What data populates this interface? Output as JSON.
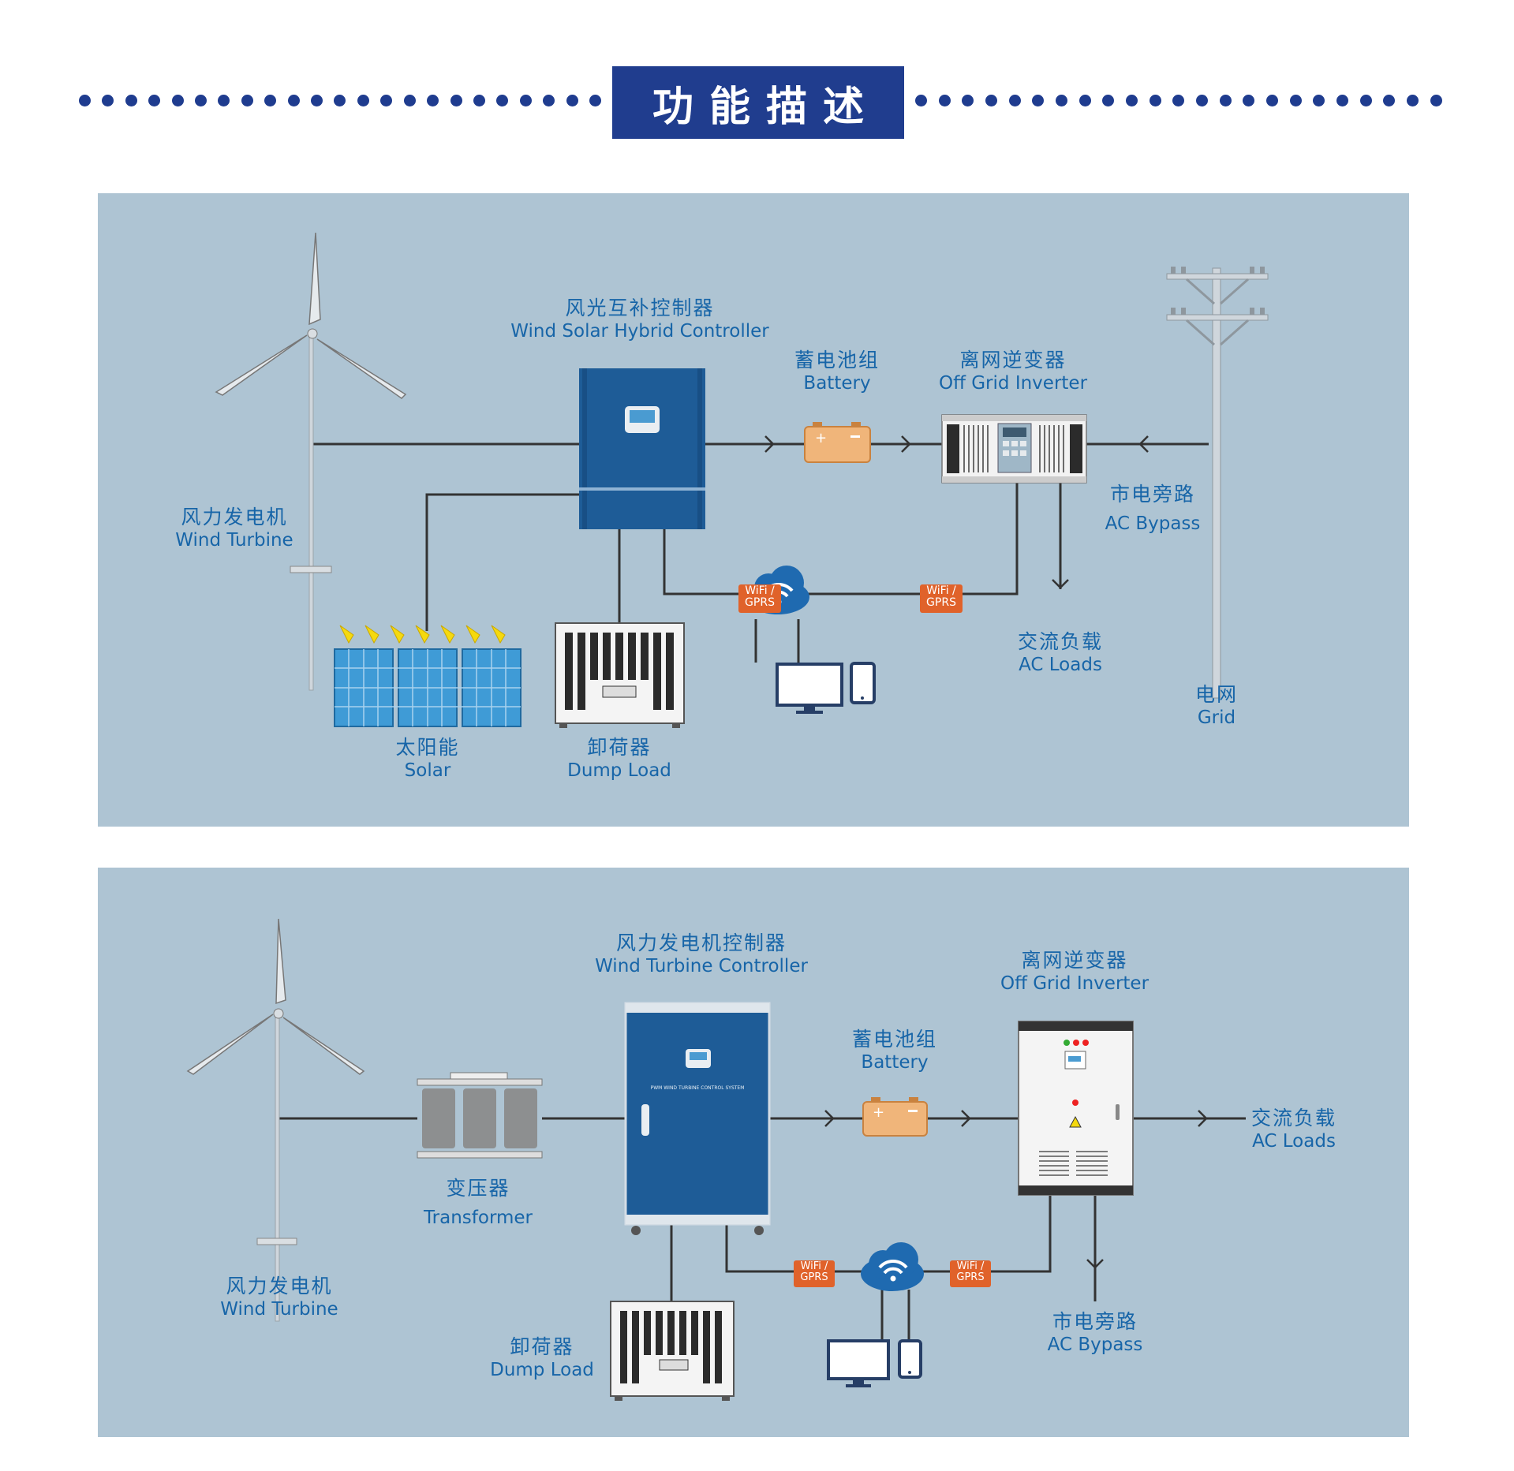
{
  "header": {
    "title": "功能描述"
  },
  "diagram1": {
    "controller": {
      "cn": "风光互补控制器",
      "en": "Wind Solar Hybrid Controller"
    },
    "battery": {
      "cn": "蓄电池组",
      "en": "Battery"
    },
    "inverter": {
      "cn": "离网逆变器",
      "en": "Off Grid Inverter"
    },
    "ac_bypass": {
      "cn": "市电旁路",
      "en": "AC Bypass"
    },
    "wind_turbine": {
      "cn": "风力发电机",
      "en": "Wind Turbine"
    },
    "ac_loads": {
      "cn": "交流负载",
      "en": "AC Loads"
    },
    "grid": {
      "cn": "电网",
      "en": "Grid"
    },
    "solar": {
      "cn": "太阳能",
      "en": "Solar"
    },
    "dump_load": {
      "cn": "卸荷器",
      "en": "Dump Load"
    },
    "wifi_tag_1": "WiFi /",
    "wifi_tag_2": "GPRS"
  },
  "diagram2": {
    "controller": {
      "cn": "风力发电机控制器",
      "en": "Wind Turbine Controller"
    },
    "inverter": {
      "cn": "离网逆变器",
      "en": "Off Grid Inverter"
    },
    "battery": {
      "cn": "蓄电池组",
      "en": "Battery"
    },
    "ac_loads": {
      "cn": "交流负载",
      "en": "AC Loads"
    },
    "transformer": {
      "cn": "变压器",
      "en": "Transformer"
    },
    "wind_turbine": {
      "cn": "风力发电机",
      "en": "Wind Turbine"
    },
    "ac_bypass": {
      "cn": "市电旁路",
      "en": "AC Bypass"
    },
    "dump_load": {
      "cn": "卸荷器",
      "en": "Dump Load"
    },
    "cabinet_text": "PWM WIND TURBINE CONTROL SYSTEM",
    "wifi_tag_1": "WiFi /",
    "wifi_tag_2": "GPRS"
  },
  "colors": {
    "title_bg": "#203d8e",
    "panel_bg": "#aec4d3",
    "label": "#1765a8",
    "controller_blue": "#1e5c97",
    "wifi_orange": "#e0622a",
    "battery_orange": "#f0b57a"
  }
}
